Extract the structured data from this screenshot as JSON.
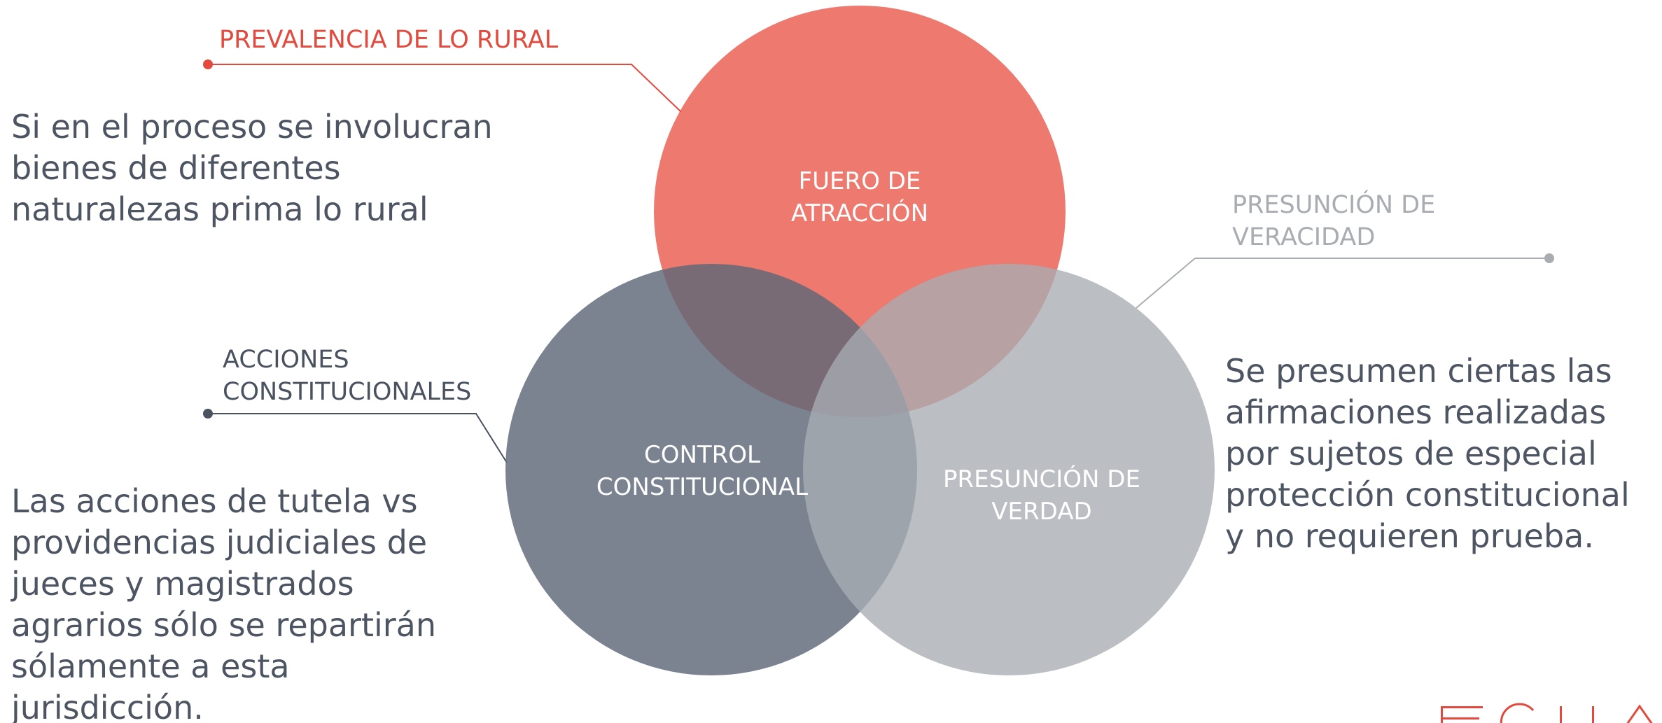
{
  "colors": {
    "red": "#e9574b",
    "red_text": "#e34a3d",
    "dark_gray": "#5e6878",
    "light_gray": "#a8adb2",
    "light_gray_text": "#a9adb2",
    "body_text": "#4d5563",
    "dark_label_text": "#4a5260"
  },
  "circles": {
    "top": {
      "label": "FUERO DE\nATRACCIÓN"
    },
    "left": {
      "label": "CONTROL\nCONSTITUCIONAL"
    },
    "right": {
      "label": "PRESUNCIÓN DE\nVERDAD"
    }
  },
  "callouts": {
    "prevalencia": {
      "title": "PREVALENCIA DE LO RURAL",
      "body": "Si en el proceso se involucran\nbienes de diferentes\nnaturalezas prima lo rural"
    },
    "acciones": {
      "title": "ACCIONES\nCONSTITUCIONALES",
      "body": "Las acciones de tutela vs\nprovidencias judiciales de\njueces y magistrados\nagrarios sólo se repartirán\nsólamente a esta\njurisdicción."
    },
    "veracidad": {
      "title": "PRESUNCIÓN DE\nVERACIDAD",
      "body": "Se presumen ciertas las\nafirmaciones realizadas\npor sujetos de especial\nprotección constitucional\ny no requieren prueba."
    }
  }
}
